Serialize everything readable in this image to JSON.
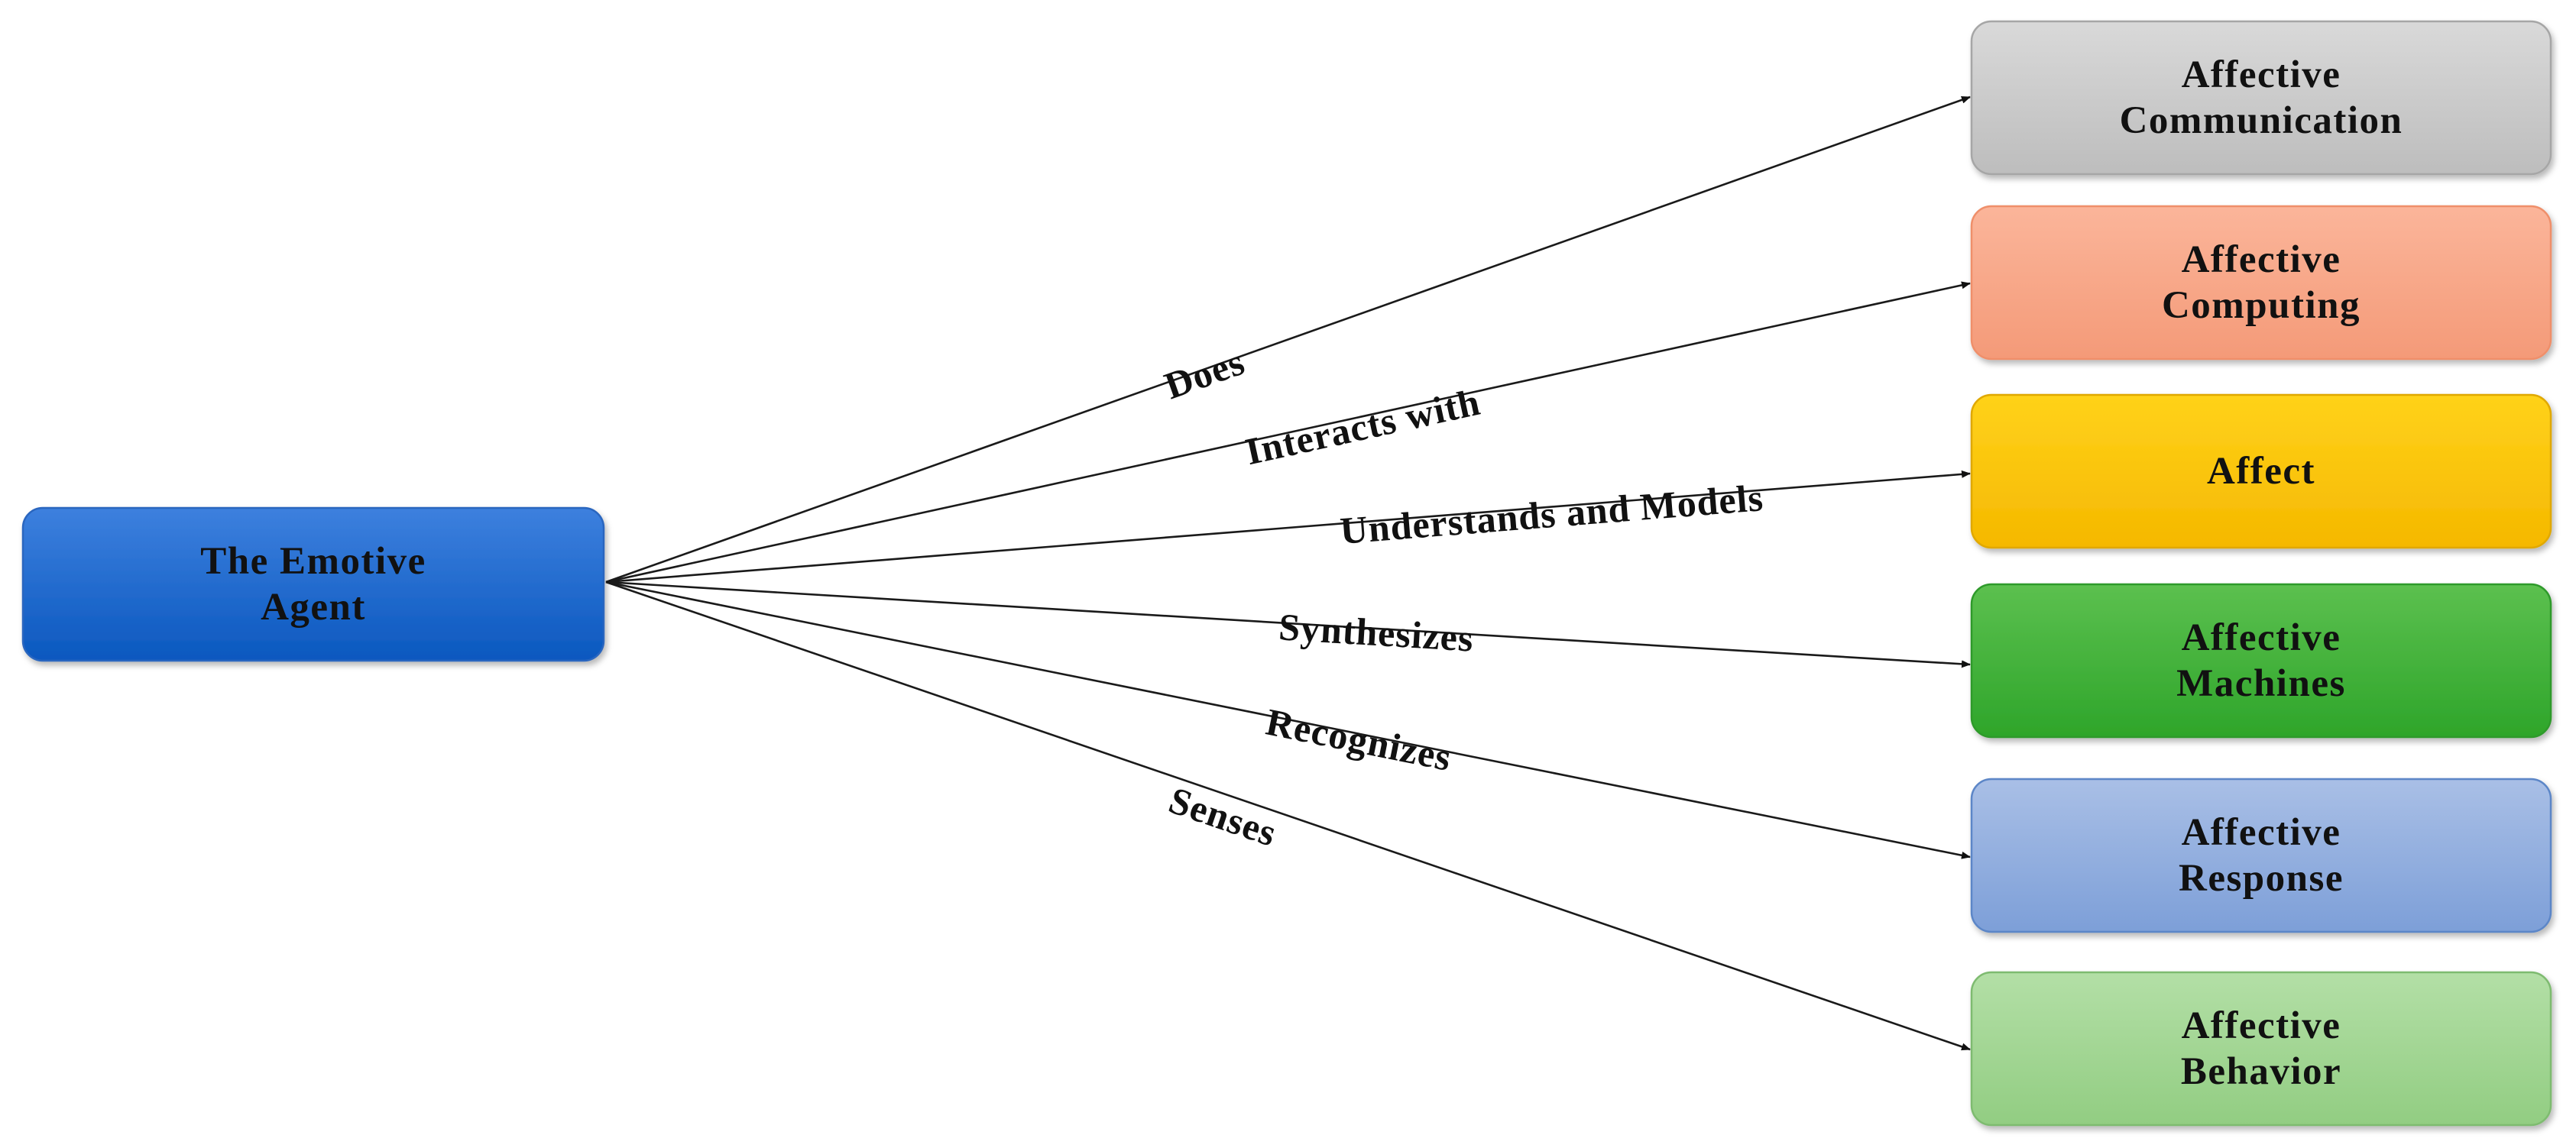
{
  "source": {
    "lines": [
      "The Emotive",
      "Agent"
    ],
    "color_top": "#3d80de",
    "color_bottom": "#0b58bf",
    "border": "#2a66bf"
  },
  "targets": [
    {
      "lines": [
        "Affective",
        "Communication"
      ],
      "color_top": "#d9d9d9",
      "color_bottom": "#bdbdbd",
      "border": "#a6a6a6"
    },
    {
      "lines": [
        "Affective",
        "Computing"
      ],
      "color_top": "#fbb59a",
      "color_bottom": "#f49a78",
      "border": "#ef8f6b"
    },
    {
      "lines": [
        "Affect"
      ],
      "color_top": "#ffd21a",
      "color_bottom": "#f5b800",
      "border": "#e0a800"
    },
    {
      "lines": [
        "Affective",
        "Machines"
      ],
      "color_top": "#5cc04f",
      "color_bottom": "#2ea52a",
      "border": "#2f9a2b"
    },
    {
      "lines": [
        "Affective",
        "Response"
      ],
      "color_top": "#a9bfe6",
      "color_bottom": "#7d9fd8",
      "border": "#5b86c7"
    },
    {
      "lines": [
        "Affective",
        "Behavior"
      ],
      "color_top": "#b3dfa6",
      "color_bottom": "#92cd82",
      "border": "#7ebb6f"
    }
  ],
  "edges": [
    {
      "label": "Does",
      "target": 0
    },
    {
      "label": "Interacts with",
      "target": 1
    },
    {
      "label": "Understands and Models",
      "target": 2
    },
    {
      "label": "Synthesizes",
      "target": 3
    },
    {
      "label": "Recognizes",
      "target": 4
    },
    {
      "label": "Senses",
      "target": 5
    }
  ]
}
